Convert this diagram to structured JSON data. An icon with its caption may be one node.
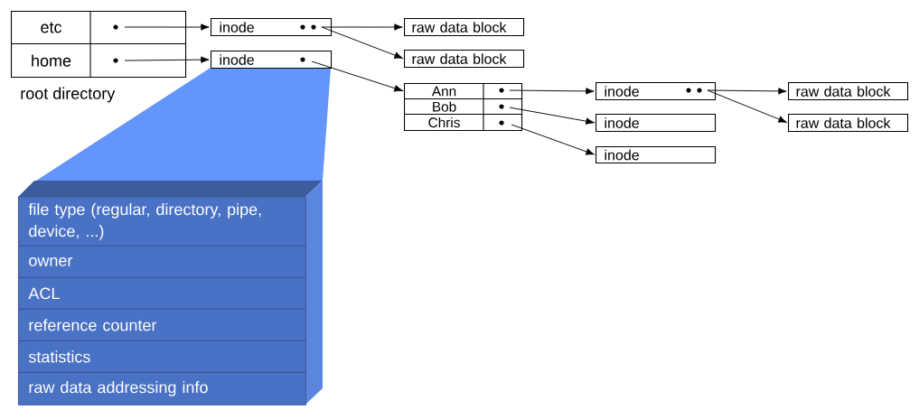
{
  "diagram": {
    "nodes": [
      {
        "text": [
          "etc"
        ]
      },
      {
        "text": [
          "home"
        ]
      },
      {
        "text": [
          "inode"
        ]
      },
      {
        "text": [
          "inode"
        ]
      },
      {
        "text": [
          "raw data block"
        ]
      },
      {
        "text": [
          "raw data block"
        ]
      },
      {
        "text": [
          "Ann"
        ]
      },
      {
        "text": [
          "Bob"
        ]
      },
      {
        "text": [
          "Chris"
        ]
      },
      {
        "text": [
          "inode"
        ]
      },
      {
        "text": [
          "inode"
        ]
      },
      {
        "text": [
          "inode"
        ]
      },
      {
        "text": [
          "raw data block"
        ]
      },
      {
        "text": [
          "raw data block"
        ]
      },
      {
        "text": [],
        "shape": "box"
      },
      {
        "text": [
          "file type (regular, directory, pipe, device, ...)"
        ],
        "in": 14
      },
      {
        "text": [
          "owner"
        ],
        "in": 14
      },
      {
        "text": [
          "ACL"
        ],
        "in": 14
      },
      {
        "text": [
          "reference counter"
        ],
        "in": 14
      },
      {
        "text": [
          "statistics"
        ],
        "in": 14
      },
      {
        "text": [
          "raw data addressing info"
        ],
        "in": 14
      }
    ],
    "edges": [
      {
        "from": 0,
        "to": 2,
        "arrow": "to"
      },
      {
        "from": 1,
        "to": 3,
        "arrow": "to"
      },
      {
        "from": 2,
        "to": 4,
        "arrow": "to"
      },
      {
        "from": 2,
        "to": 5,
        "arrow": "to"
      },
      {
        "from": 3,
        "to": 6,
        "arrow": "to"
      },
      {
        "from": 6,
        "to": 9,
        "arrow": "to"
      },
      {
        "from": 7,
        "to": 10,
        "arrow": "to"
      },
      {
        "from": 8,
        "to": 11,
        "arrow": "to"
      },
      {
        "from": 9,
        "to": 12,
        "arrow": "to"
      },
      {
        "from": 9,
        "to": 13,
        "arrow": "to"
      }
    ],
    "labels": [
      "root directory"
    ]
  }
}
